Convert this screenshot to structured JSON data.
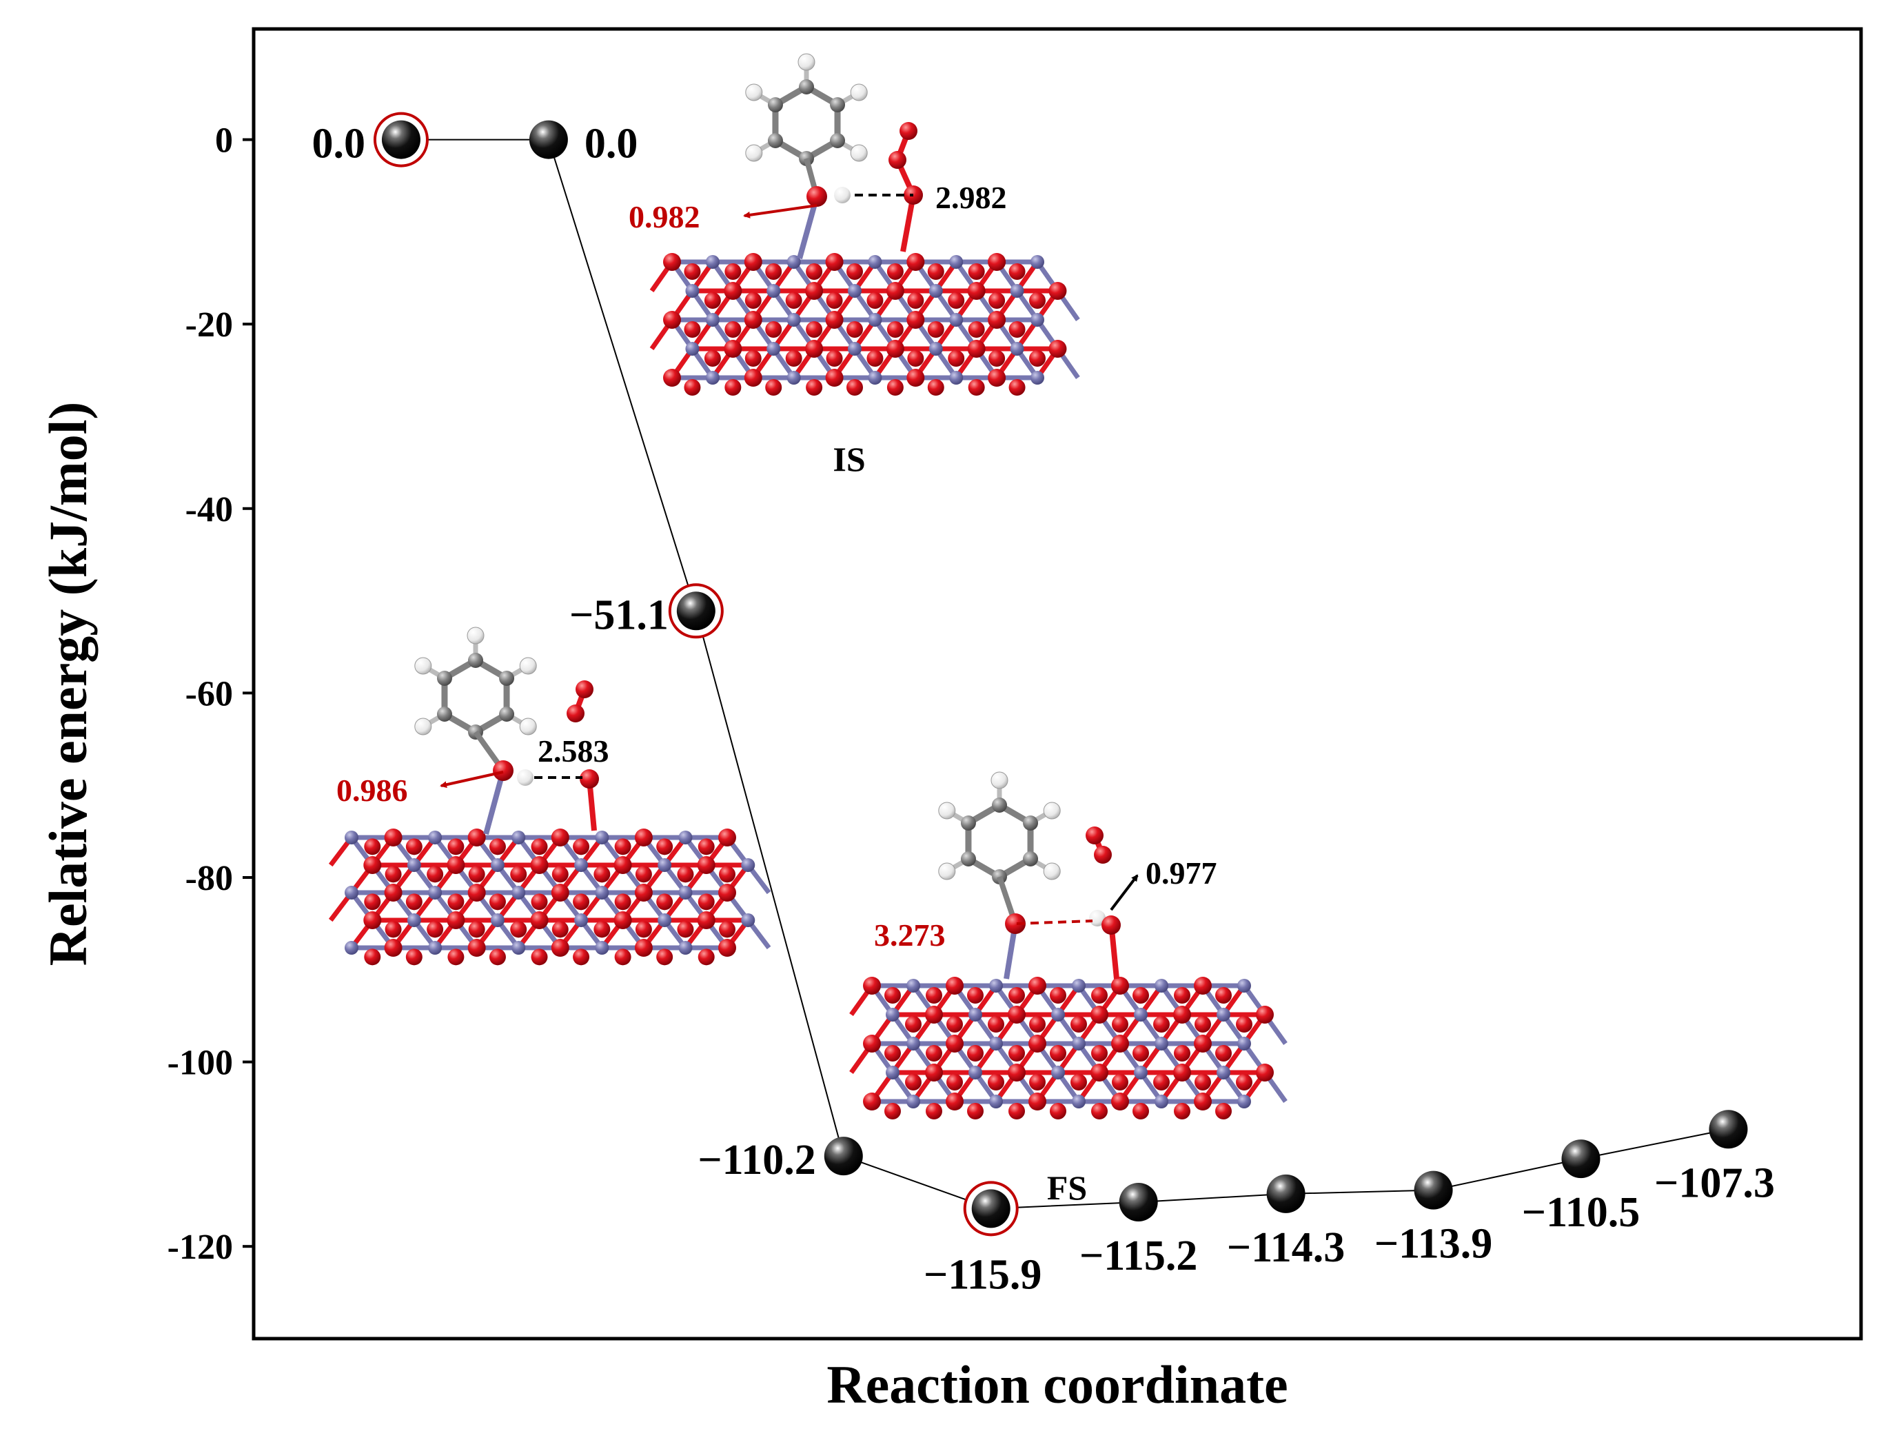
{
  "chart_data": {
    "type": "line",
    "xlabel": "Reaction coordinate",
    "ylabel": "Relative energy (kJ/mol)",
    "ylim": [
      -130,
      12
    ],
    "xlim": [
      0,
      10.9
    ],
    "yticks": [
      0,
      -20,
      -40,
      -60,
      -80,
      -100,
      -120
    ],
    "grid": false,
    "points": [
      {
        "x": 1,
        "y": 0.0,
        "label": "0.0",
        "highlighted": true
      },
      {
        "x": 2,
        "y": 0.0,
        "label": "0.0",
        "highlighted": false
      },
      {
        "x": 3,
        "y": -51.1,
        "label": "−51.1",
        "highlighted": true
      },
      {
        "x": 4,
        "y": -110.2,
        "label": "−110.2",
        "highlighted": false
      },
      {
        "x": 5,
        "y": -115.9,
        "label": "−115.9",
        "highlighted": true
      },
      {
        "x": 6,
        "y": -115.2,
        "label": "−115.2",
        "highlighted": false
      },
      {
        "x": 7,
        "y": -114.3,
        "label": "−114.3",
        "highlighted": false
      },
      {
        "x": 8,
        "y": -113.9,
        "label": "−113.9",
        "highlighted": false
      },
      {
        "x": 9,
        "y": -110.5,
        "label": "−110.5",
        "highlighted": false
      },
      {
        "x": 10,
        "y": -107.3,
        "label": "−107.3",
        "highlighted": false
      }
    ],
    "annotations": {
      "is_label": "IS",
      "fs_label": "FS",
      "is_oh_bond": "0.982",
      "is_h_o_distance": "2.982",
      "ts_oh_bond": "0.986",
      "ts_h_o_distance": "2.583",
      "fs_o_h_distance": "3.273",
      "fs_oh_bond": "0.977"
    }
  },
  "colors": {
    "frame": "#000000",
    "marker": "#000000",
    "highlight_ring": "#c00000",
    "oxygen": "#e0141e",
    "metal": "#7777b0",
    "carbon": "#808080",
    "hydrogen": "#f2f2f2",
    "red_label": "#c00000"
  }
}
